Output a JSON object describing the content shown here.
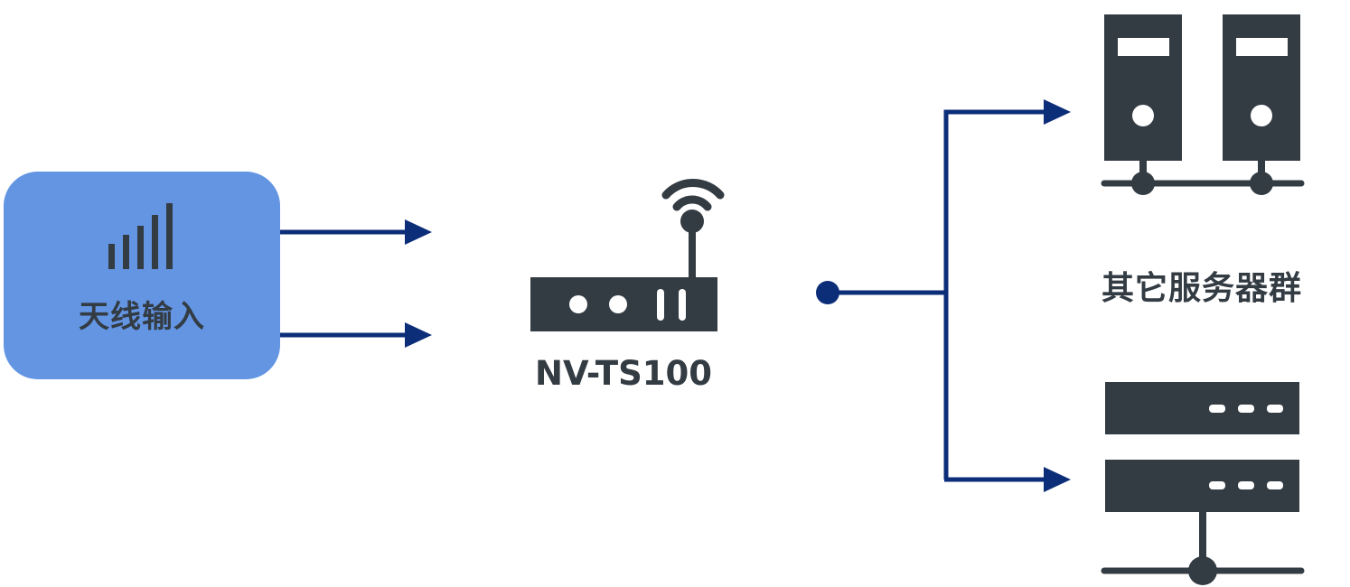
{
  "antenna_input": {
    "label": "天线输入",
    "icon": "signal-bars-icon"
  },
  "device": {
    "label": "NV-TS100",
    "icon": "wireless-router-icon"
  },
  "server_group": {
    "label": "其它服务器群",
    "icons": [
      "tower-server-network-icon",
      "rack-server-network-icon"
    ]
  },
  "colors": {
    "box_fill": "#6395e3",
    "icon_dark": "#333b43",
    "connector": "#0c2d78"
  }
}
